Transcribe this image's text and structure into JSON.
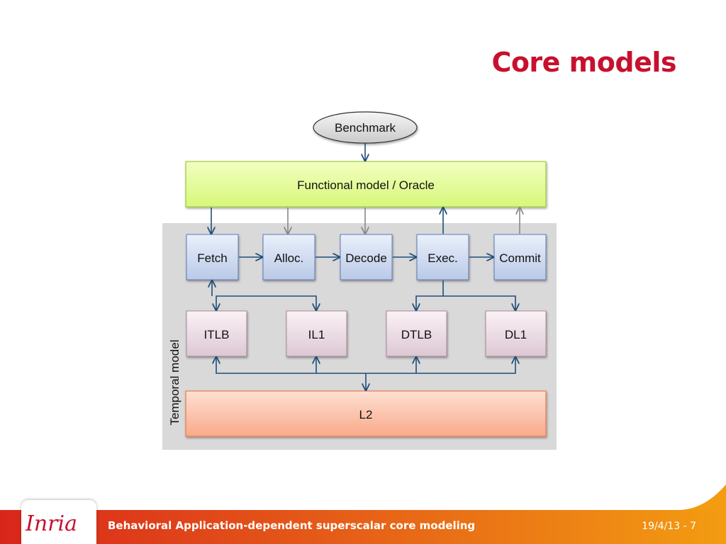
{
  "slide": {
    "title": "Core models",
    "footer_text": "Behavioral Application-dependent superscalar core modeling",
    "footer_date": "19/4/13 - 7",
    "logo_text": "Inria"
  },
  "diagram": {
    "benchmark": "Benchmark",
    "functional_model": "Functional model / Oracle",
    "temporal_label": "Temporal model",
    "stages": [
      "Fetch",
      "Alloc.",
      "Decode",
      "Exec.",
      "Commit"
    ],
    "caches": [
      "ITLB",
      "IL1",
      "DTLB",
      "DL1"
    ],
    "l2": "L2"
  },
  "colors": {
    "title": "#c8102e",
    "arrow_blue": "#1f4e79",
    "arrow_gray": "#888888",
    "footer_gradient_start": "#e0301e",
    "footer_gradient_end": "#f39c12"
  }
}
